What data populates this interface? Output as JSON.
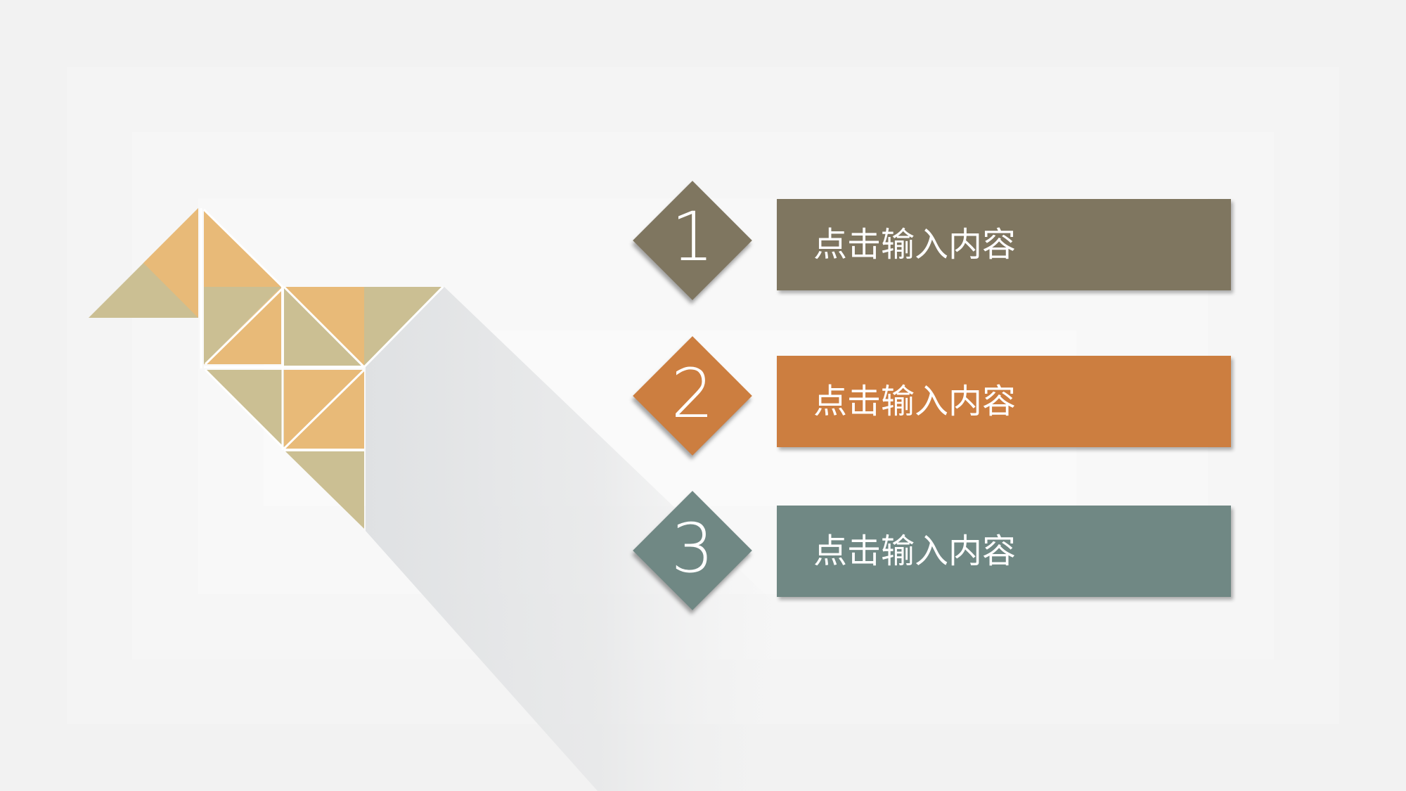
{
  "colors": {
    "background": "#f2f2f2",
    "olive": "#7f7660",
    "orange": "#cc7e40",
    "teal": "#708884",
    "tan": "#cbbf93",
    "peach": "#e8ba78",
    "shadow": "#e1e3e4"
  },
  "items": [
    {
      "number": "1",
      "text": "点击输入内容",
      "color": "#7f7660"
    },
    {
      "number": "2",
      "text": "点击输入内容",
      "color": "#cc7e40"
    },
    {
      "number": "3",
      "text": "点击输入内容",
      "color": "#708884"
    }
  ]
}
